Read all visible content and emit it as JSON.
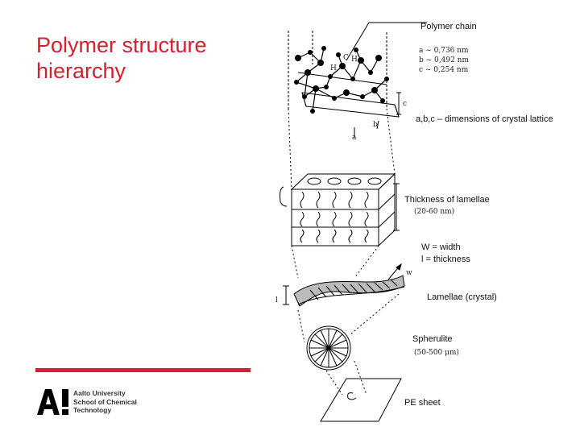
{
  "slide": {
    "title_line1": "Polymer structure",
    "title_line2": "hierarchy",
    "accent_color": "#d1202f"
  },
  "logo": {
    "mark": "A!",
    "line1": "Aalto University",
    "line2": "School of Chemical",
    "line3": "Technology"
  },
  "figure": {
    "labels": {
      "polymer_chain": "Polymer chain",
      "lattice_dims": "a,b,c – dimensions of crystal lattice",
      "lamellae_thickness": "Thickness of lamellae",
      "w_width": "W = width",
      "l_thickness": "l = thickness",
      "lamellae_crystal": "Lamellae (crystal)",
      "spherulite": "Spherulite",
      "pe_sheet": "PE sheet"
    },
    "lattice_values": {
      "a": "a ~ 0,736 nm",
      "b": "b ~ 0,492 nm",
      "c": "c ~ 0,254 nm"
    },
    "scale_notes": {
      "lamellae": "(20-60 nm)",
      "spherulite": "(50-500 μm)"
    },
    "axis_letters": {
      "a": "a",
      "b": "b",
      "c": "c",
      "w": "w",
      "l": "l",
      "carbon": "C",
      "hydrogen": "H",
      "hydrogen2": "H"
    }
  }
}
